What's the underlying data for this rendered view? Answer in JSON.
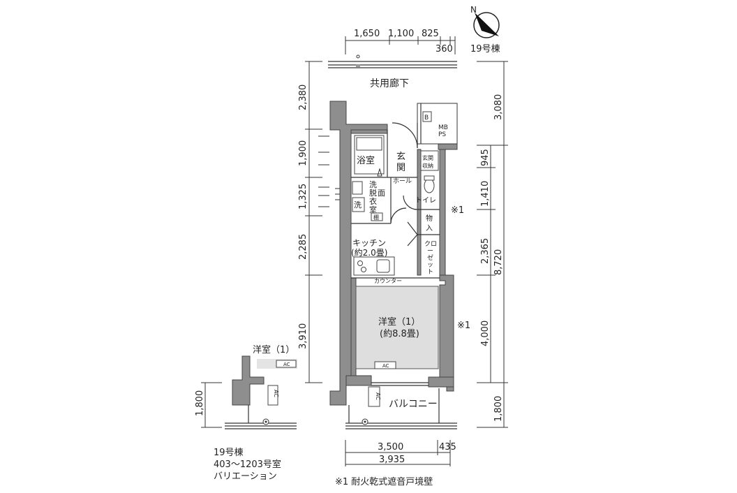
{
  "building": {
    "label": "19号棟",
    "north_mark": "N"
  },
  "top_dims": {
    "d1": "1,650",
    "d2": "1,100",
    "d3": "825",
    "d4": "360"
  },
  "left_dims": [
    "2,380",
    "1,900",
    "1,325",
    "2,285",
    "3,910"
  ],
  "right_dims": {
    "upper": "3,080",
    "a": "945",
    "b": "1,410",
    "c": "2,365",
    "d": "4,000",
    "total": "8,720",
    "bottom": "1,800"
  },
  "bottom_dims": {
    "a": "3,500",
    "b": "435",
    "total": "3,935"
  },
  "rooms": {
    "corridor": "共用廊下",
    "bath": "浴室",
    "entrance_1": "玄",
    "entrance_2": "関",
    "shoe_1": "玄関",
    "shoe_2": "収納",
    "mb": "MB",
    "ps": "PS",
    "b_mark": "B",
    "hall": "ホール",
    "wash_1": "洗",
    "wash_2": "面",
    "wash_3": "脱",
    "wash_4": "衣",
    "wash_5": "室",
    "washer": "洗",
    "shelf": "棚",
    "toilet": "トイレ",
    "storage_1": "物",
    "storage_2": "入",
    "closet_1": "クロ",
    "closet_2": "ー",
    "closet_3": "ゼ",
    "closet_4": "ッ",
    "closet_5": "ト",
    "kitchen": "キッチン",
    "kitchen_size": "(約2.0畳)",
    "counter": "カウンター",
    "western": "洋室（1）",
    "western_size": "(約8.8畳)",
    "ac": "AC",
    "balcony": "バルコニー",
    "note_mark_1": "※1",
    "note_mark_2": "※1"
  },
  "variation": {
    "room": "洋室（1）",
    "ac": "AC",
    "ac_v": "AC",
    "dim": "1,800",
    "caption_1": "19号棟",
    "caption_2": "403〜1203号室",
    "caption_3": "バリエーション"
  },
  "balcony_ac": "AC",
  "footnote": "※1 耐火乾式遮音戸境壁"
}
